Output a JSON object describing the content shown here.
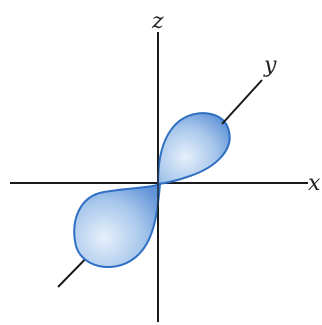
{
  "diagram": {
    "axes": {
      "z_label": "z",
      "y_label": "y",
      "x_label": "x"
    },
    "colors": {
      "axis": "#1a1a1a",
      "lobe_fill_light": "#e6f0fb",
      "lobe_fill_mid": "#a9c8ec",
      "lobe_fill_dark": "#5f92d6",
      "lobe_outline": "#2f6fc4",
      "background": "#ffffff"
    },
    "lobes": [
      {
        "name": "upper-lobe"
      },
      {
        "name": "lower-lobe"
      }
    ]
  }
}
